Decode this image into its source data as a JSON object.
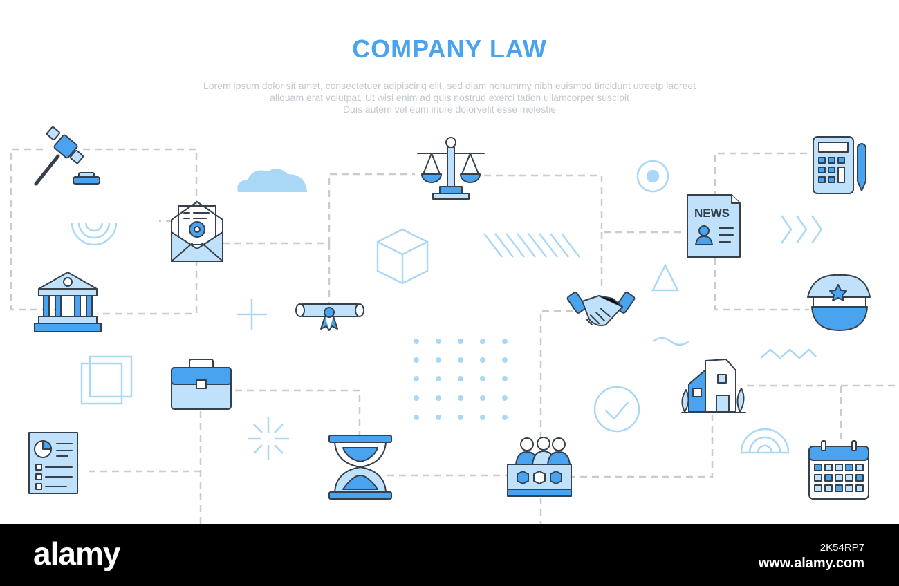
{
  "header": {
    "title": "COMPANY LAW",
    "subtitle_lines": [
      "Lorem ipsum dolor sit amet, consectetuer adipiscing elit, sed diam nonummy nibh euismod tincidunt utreetp laoreet",
      "aliquam erat volutpat. Ut wisi enim ad  quis nostrud exerci tation ullamcorper suscipit",
      "Duis autem vel eum iriure dolorvelit esse molestie"
    ]
  },
  "icons": {
    "newspaper_text": "NEWS",
    "names": [
      "gavel-icon",
      "email-settings-icon",
      "courthouse-icon",
      "briefcase-icon",
      "report-document-icon",
      "scales-of-justice-icon",
      "diploma-scroll-icon",
      "hourglass-icon",
      "handshake-icon",
      "jury-icon",
      "newspaper-icon",
      "calculator-pen-icon",
      "police-cap-icon",
      "house-icon",
      "calendar-icon"
    ]
  },
  "colors": {
    "accent": "#4aa3ef",
    "light_fill": "#bfe1fb",
    "outline": "#36404a",
    "dashed_line": "#c9cccf",
    "decoration": "#a9d8f6",
    "footer_bg": "#000000"
  },
  "watermark": {
    "brand": "alamy",
    "image_id": "2K54RP7",
    "site": "www.alamy.com"
  }
}
